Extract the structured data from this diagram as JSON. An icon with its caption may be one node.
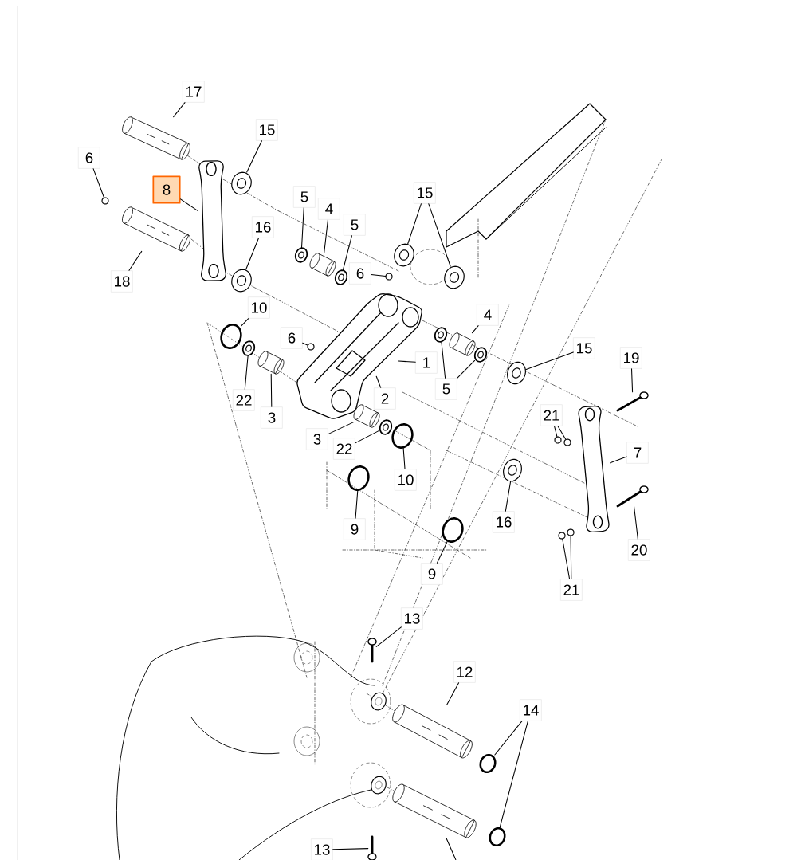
{
  "diagram": {
    "nodes": [
      {
        "text": [
          "17"
        ]
      },
      {
        "text": [
          "6"
        ]
      },
      {
        "text": [
          "8"
        ]
      },
      {
        "text": [
          "15"
        ]
      },
      {
        "text": [
          "18"
        ]
      },
      {
        "text": [
          "16"
        ]
      },
      {
        "text": [
          "5"
        ]
      },
      {
        "text": [
          "4"
        ]
      },
      {
        "text": [
          "5"
        ]
      },
      {
        "text": [
          "15"
        ]
      },
      {
        "text": [
          "6"
        ]
      },
      {
        "text": [
          "10"
        ]
      },
      {
        "text": [
          "6"
        ]
      },
      {
        "text": [
          "1"
        ]
      },
      {
        "text": [
          "2"
        ]
      },
      {
        "text": [
          "5"
        ]
      },
      {
        "text": [
          "4"
        ]
      },
      {
        "text": [
          "15"
        ]
      },
      {
        "text": [
          "19"
        ]
      },
      {
        "text": [
          "22"
        ]
      },
      {
        "text": [
          "3"
        ]
      },
      {
        "text": [
          "21"
        ]
      },
      {
        "text": [
          "7"
        ]
      },
      {
        "text": [
          "3"
        ]
      },
      {
        "text": [
          "22"
        ]
      },
      {
        "text": [
          "10"
        ]
      },
      {
        "text": [
          "9"
        ]
      },
      {
        "text": [
          "16"
        ]
      },
      {
        "text": [
          "20"
        ]
      },
      {
        "text": [
          "9"
        ]
      },
      {
        "text": [
          "21"
        ]
      },
      {
        "text": [
          "13"
        ]
      },
      {
        "text": [
          "12"
        ]
      },
      {
        "text": [
          "14"
        ]
      },
      {
        "text": [
          "13"
        ]
      },
      {
        "text": [],
        "shape": "cylinder"
      },
      {
        "text": [],
        "shape": "circle"
      },
      {
        "text": [],
        "shape": "bar"
      },
      {
        "text": [],
        "shape": "circle"
      },
      {
        "text": [],
        "shape": "cylinder"
      },
      {
        "text": [],
        "shape": "circle"
      },
      {
        "text": [],
        "shape": "circle"
      },
      {
        "text": [],
        "shape": "cylinder"
      },
      {
        "text": [],
        "shape": "circle"
      },
      {
        "text": [],
        "shape": "circle"
      },
      {
        "text": [],
        "shape": "circle"
      },
      {
        "text": [],
        "shape": "circle"
      },
      {
        "text": [],
        "shape": "circle"
      },
      {
        "text": [],
        "shape": "circle"
      },
      {
        "text": [],
        "shape": "box"
      },
      {
        "text": [],
        "shape": "circle"
      },
      {
        "text": [],
        "shape": "circle"
      },
      {
        "text": [],
        "shape": "cylinder"
      },
      {
        "text": [],
        "shape": "circle"
      },
      {
        "text": [],
        "shape": "bar"
      },
      {
        "text": [],
        "shape": "circle"
      },
      {
        "text": [],
        "shape": "cylinder"
      },
      {
        "text": [],
        "shape": "circle"
      },
      {
        "text": [],
        "shape": "circle"
      },
      {
        "text": [],
        "shape": "bar"
      },
      {
        "text": [],
        "shape": "cylinder"
      },
      {
        "text": [],
        "shape": "circle"
      },
      {
        "text": [],
        "shape": "circle"
      },
      {
        "text": [],
        "shape": "circle"
      },
      {
        "text": [],
        "shape": "circle"
      },
      {
        "text": [],
        "shape": "bar"
      },
      {
        "text": [],
        "shape": "circle"
      },
      {
        "text": [],
        "shape": "circle"
      },
      {
        "text": [],
        "shape": "circle"
      },
      {
        "text": [],
        "shape": "bar"
      },
      {
        "text": [],
        "shape": "cylinder"
      },
      {
        "text": [],
        "shape": "circle"
      },
      {
        "text": [],
        "shape": "circle"
      },
      {
        "text": [],
        "shape": "bar"
      },
      {
        "text": [],
        "shape": "cylinder"
      }
    ],
    "edges": [
      {
        "from": 0,
        "to": 35,
        "arrow": "none"
      },
      {
        "from": 1,
        "to": 36,
        "arrow": "none"
      },
      {
        "from": 2,
        "to": 37,
        "arrow": "none"
      },
      {
        "from": 3,
        "to": 38,
        "arrow": "none"
      },
      {
        "from": 4,
        "to": 39,
        "arrow": "none"
      },
      {
        "from": 5,
        "to": 40,
        "arrow": "none"
      },
      {
        "from": 6,
        "to": 41,
        "arrow": "none"
      },
      {
        "from": 7,
        "to": 42,
        "arrow": "none"
      },
      {
        "from": 8,
        "to": 43,
        "arrow": "none"
      },
      {
        "from": 9,
        "to": 44,
        "arrow": "none"
      },
      {
        "from": 9,
        "to": 45,
        "arrow": "none"
      },
      {
        "from": 10,
        "to": 46,
        "arrow": "none"
      },
      {
        "from": 11,
        "to": 47,
        "arrow": "none"
      },
      {
        "from": 12,
        "to": 48,
        "arrow": "none"
      },
      {
        "from": 13,
        "to": 49,
        "arrow": "none"
      },
      {
        "from": 14,
        "to": 49,
        "arrow": "none"
      },
      {
        "from": 15,
        "to": 50,
        "arrow": "none"
      },
      {
        "from": 15,
        "to": 51,
        "arrow": "none"
      },
      {
        "from": 16,
        "to": 52,
        "arrow": "none"
      },
      {
        "from": 17,
        "to": 53,
        "arrow": "none"
      },
      {
        "from": 18,
        "to": 54,
        "arrow": "none"
      },
      {
        "from": 19,
        "to": 55,
        "arrow": "none"
      },
      {
        "from": 20,
        "to": 56,
        "arrow": "none"
      },
      {
        "from": 21,
        "to": 57,
        "arrow": "none"
      },
      {
        "from": 21,
        "to": 58,
        "arrow": "none"
      },
      {
        "from": 22,
        "to": 59,
        "arrow": "none"
      },
      {
        "from": 23,
        "to": 60,
        "arrow": "none"
      },
      {
        "from": 24,
        "to": 61,
        "arrow": "none"
      },
      {
        "from": 25,
        "to": 62,
        "arrow": "none"
      },
      {
        "from": 26,
        "to": 63,
        "arrow": "none"
      },
      {
        "from": 27,
        "to": 64,
        "arrow": "none"
      },
      {
        "from": 28,
        "to": 65,
        "arrow": "none"
      },
      {
        "from": 29,
        "to": 66,
        "arrow": "none"
      },
      {
        "from": 30,
        "to": 67,
        "arrow": "none"
      },
      {
        "from": 30,
        "to": 68,
        "arrow": "none"
      },
      {
        "from": 31,
        "to": 69,
        "arrow": "none"
      },
      {
        "from": 32,
        "to": 70,
        "arrow": "none"
      },
      {
        "from": 33,
        "to": 71,
        "arrow": "none"
      },
      {
        "from": 33,
        "to": 72,
        "arrow": "none"
      },
      {
        "from": 34,
        "to": 73,
        "arrow": "none"
      },
      {
        "from": null,
        "to": 74,
        "arrow": "none"
      }
    ]
  }
}
